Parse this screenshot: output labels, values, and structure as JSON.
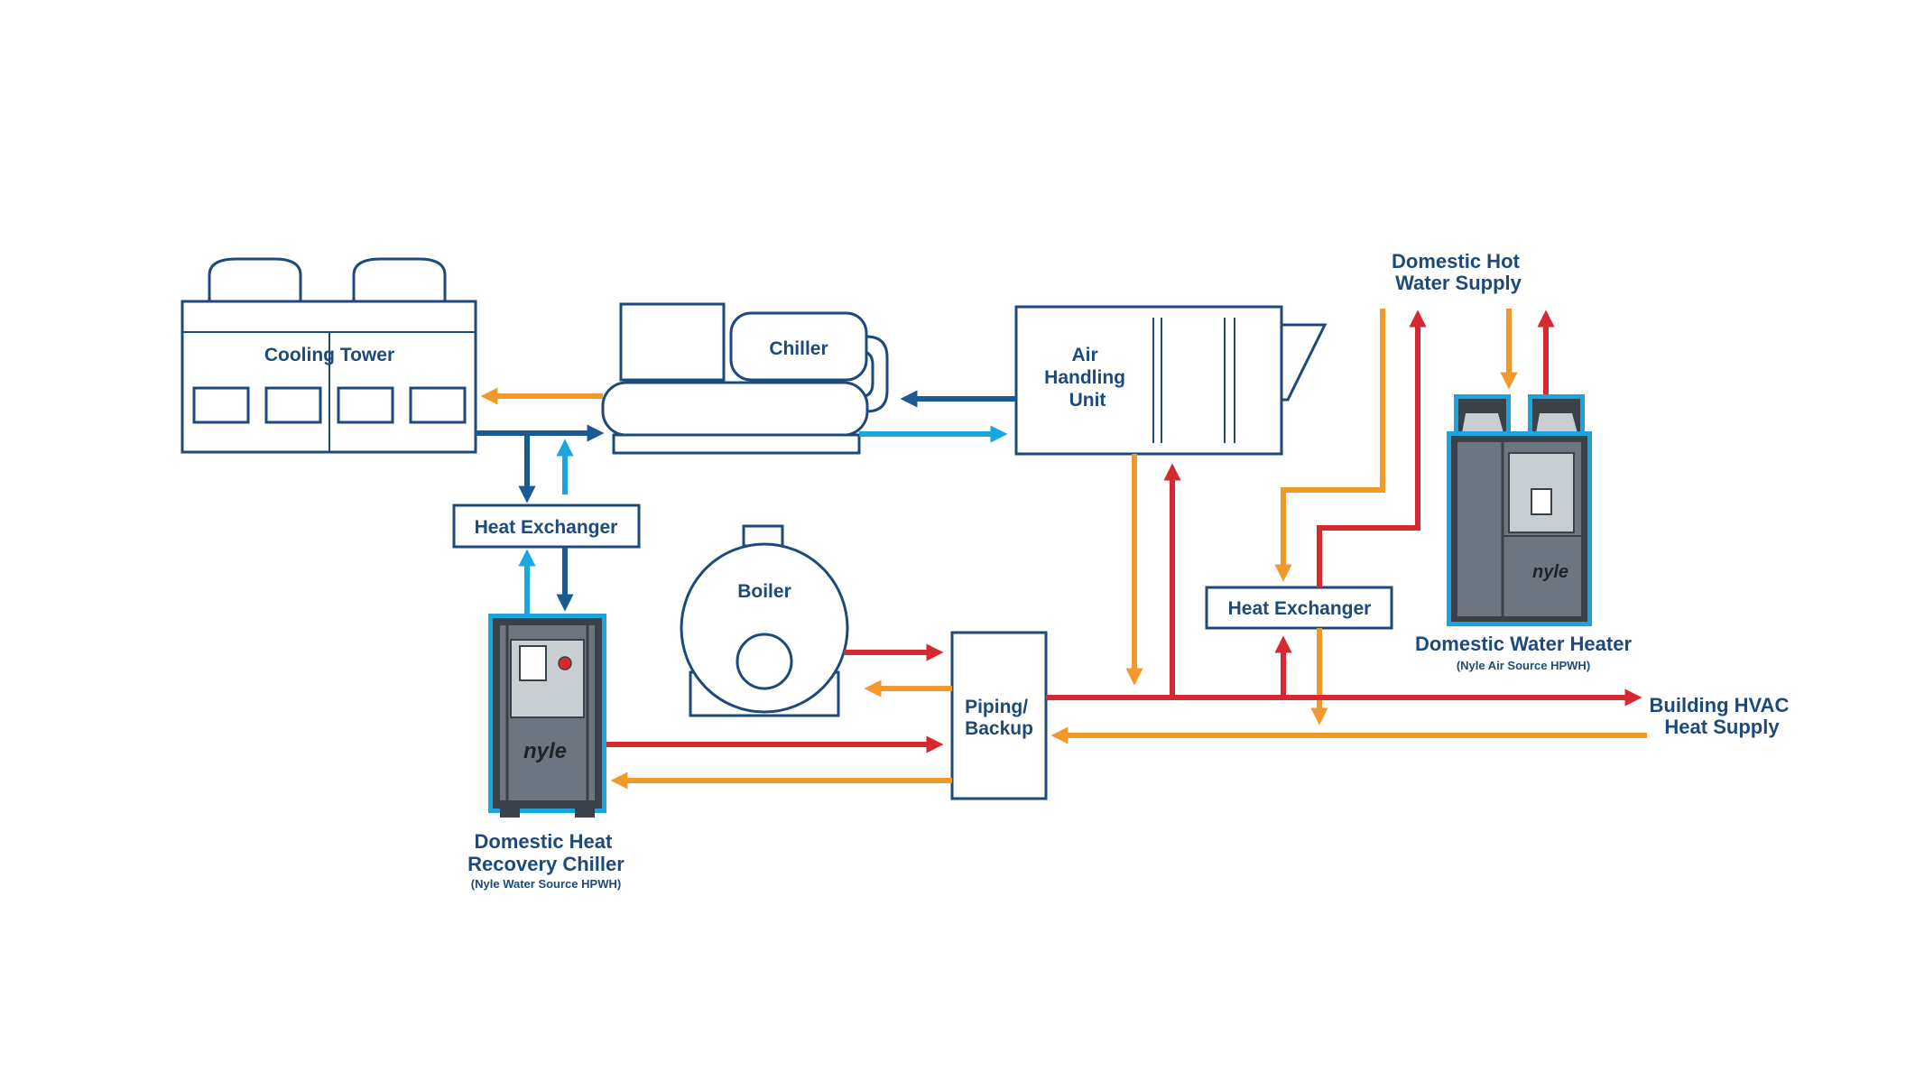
{
  "labels": {
    "cooling_tower": "Cooling Tower",
    "chiller": "Chiller",
    "ahu": [
      "Air",
      "Handling",
      "Unit"
    ],
    "heat_exchanger_left": "Heat Exchanger",
    "heat_exchanger_right": "Heat Exchanger",
    "boiler": "Boiler",
    "piping": [
      "Piping/",
      "Backup"
    ],
    "hrc": [
      "Domestic Heat",
      "Recovery Chiller"
    ],
    "hrc_sub": "(Nyle Water Source HPWH)",
    "dwh": "Domestic Water Heater",
    "dwh_sub": "(Nyle Air Source HPWH)",
    "dhw_supply": [
      "Domestic Hot",
      "Water Supply"
    ],
    "hvac_supply": [
      "Building HVAC",
      "Heat Supply"
    ],
    "brand": "nyle"
  },
  "colors": {
    "outline": "#1d4a7a",
    "hot_red": "#d42a2f",
    "warm_orange": "#f2992b",
    "cold_dark_blue": "#1b5b93",
    "cool_light_blue": "#1aa7e0",
    "unit_gray": "#6d7680",
    "unit_frame": "#3a4148",
    "unit_accent": "#19a4dc"
  }
}
